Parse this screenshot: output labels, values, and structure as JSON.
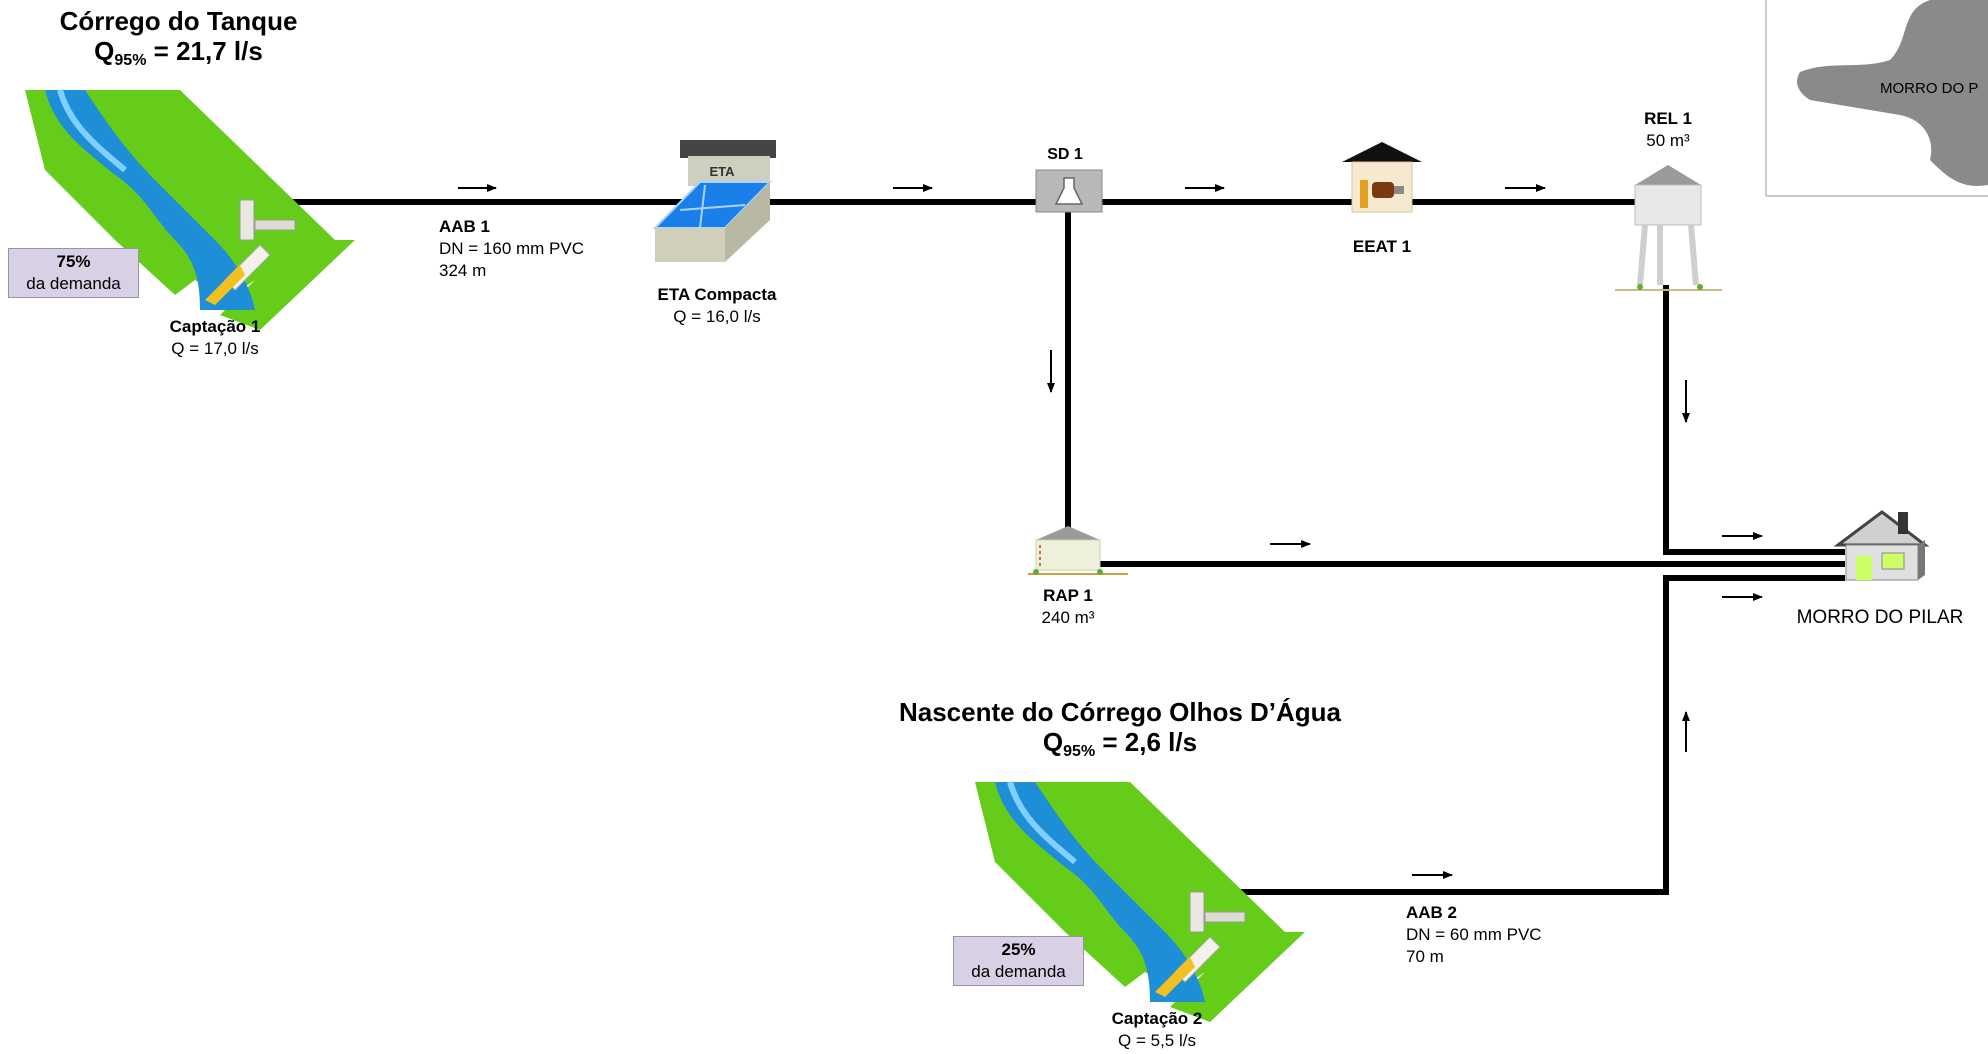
{
  "source1": {
    "name": "Córrego do Tanque",
    "q95_prefix": "Q",
    "q95_sub": "95%",
    "q95_value": " = 21,7 l/s"
  },
  "captacao1": {
    "name": "Captação 1",
    "flow": "Q = 17,0 l/s",
    "share": "75%",
    "share_label": "da demanda"
  },
  "aab1": {
    "name": "AAB 1",
    "spec": "DN = 160 mm PVC",
    "length": "324 m"
  },
  "eta": {
    "icon_text": "ETA",
    "name": "ETA Compacta",
    "flow": "Q = 16,0 l/s"
  },
  "sd1": {
    "name": "SD 1"
  },
  "eeat1": {
    "name": "EEAT 1"
  },
  "rel1": {
    "name": "REL 1",
    "volume": "50 m³"
  },
  "rap1": {
    "name": "RAP 1",
    "volume": "240 m³"
  },
  "destination": {
    "name": "MORRO DO PILAR"
  },
  "source2": {
    "name": "Nascente do Córrego Olhos D’Água",
    "q95_prefix": "Q",
    "q95_sub": "95%",
    "q95_value": " = 2,6 l/s"
  },
  "captacao2": {
    "name": "Captação 2",
    "flow": "Q = 5,5 l/s",
    "share": "25%",
    "share_label": "da demanda"
  },
  "aab2": {
    "name": "AAB 2",
    "spec": "DN = 60 mm PVC",
    "length": "70 m"
  },
  "map_inset": {
    "label": "MORRO DO P"
  },
  "colors": {
    "pipe": "#000000",
    "grass": "#66cc1a",
    "water": "#1e8fd6",
    "badge": "#d8d0e4",
    "map": "#8a8a8a"
  }
}
